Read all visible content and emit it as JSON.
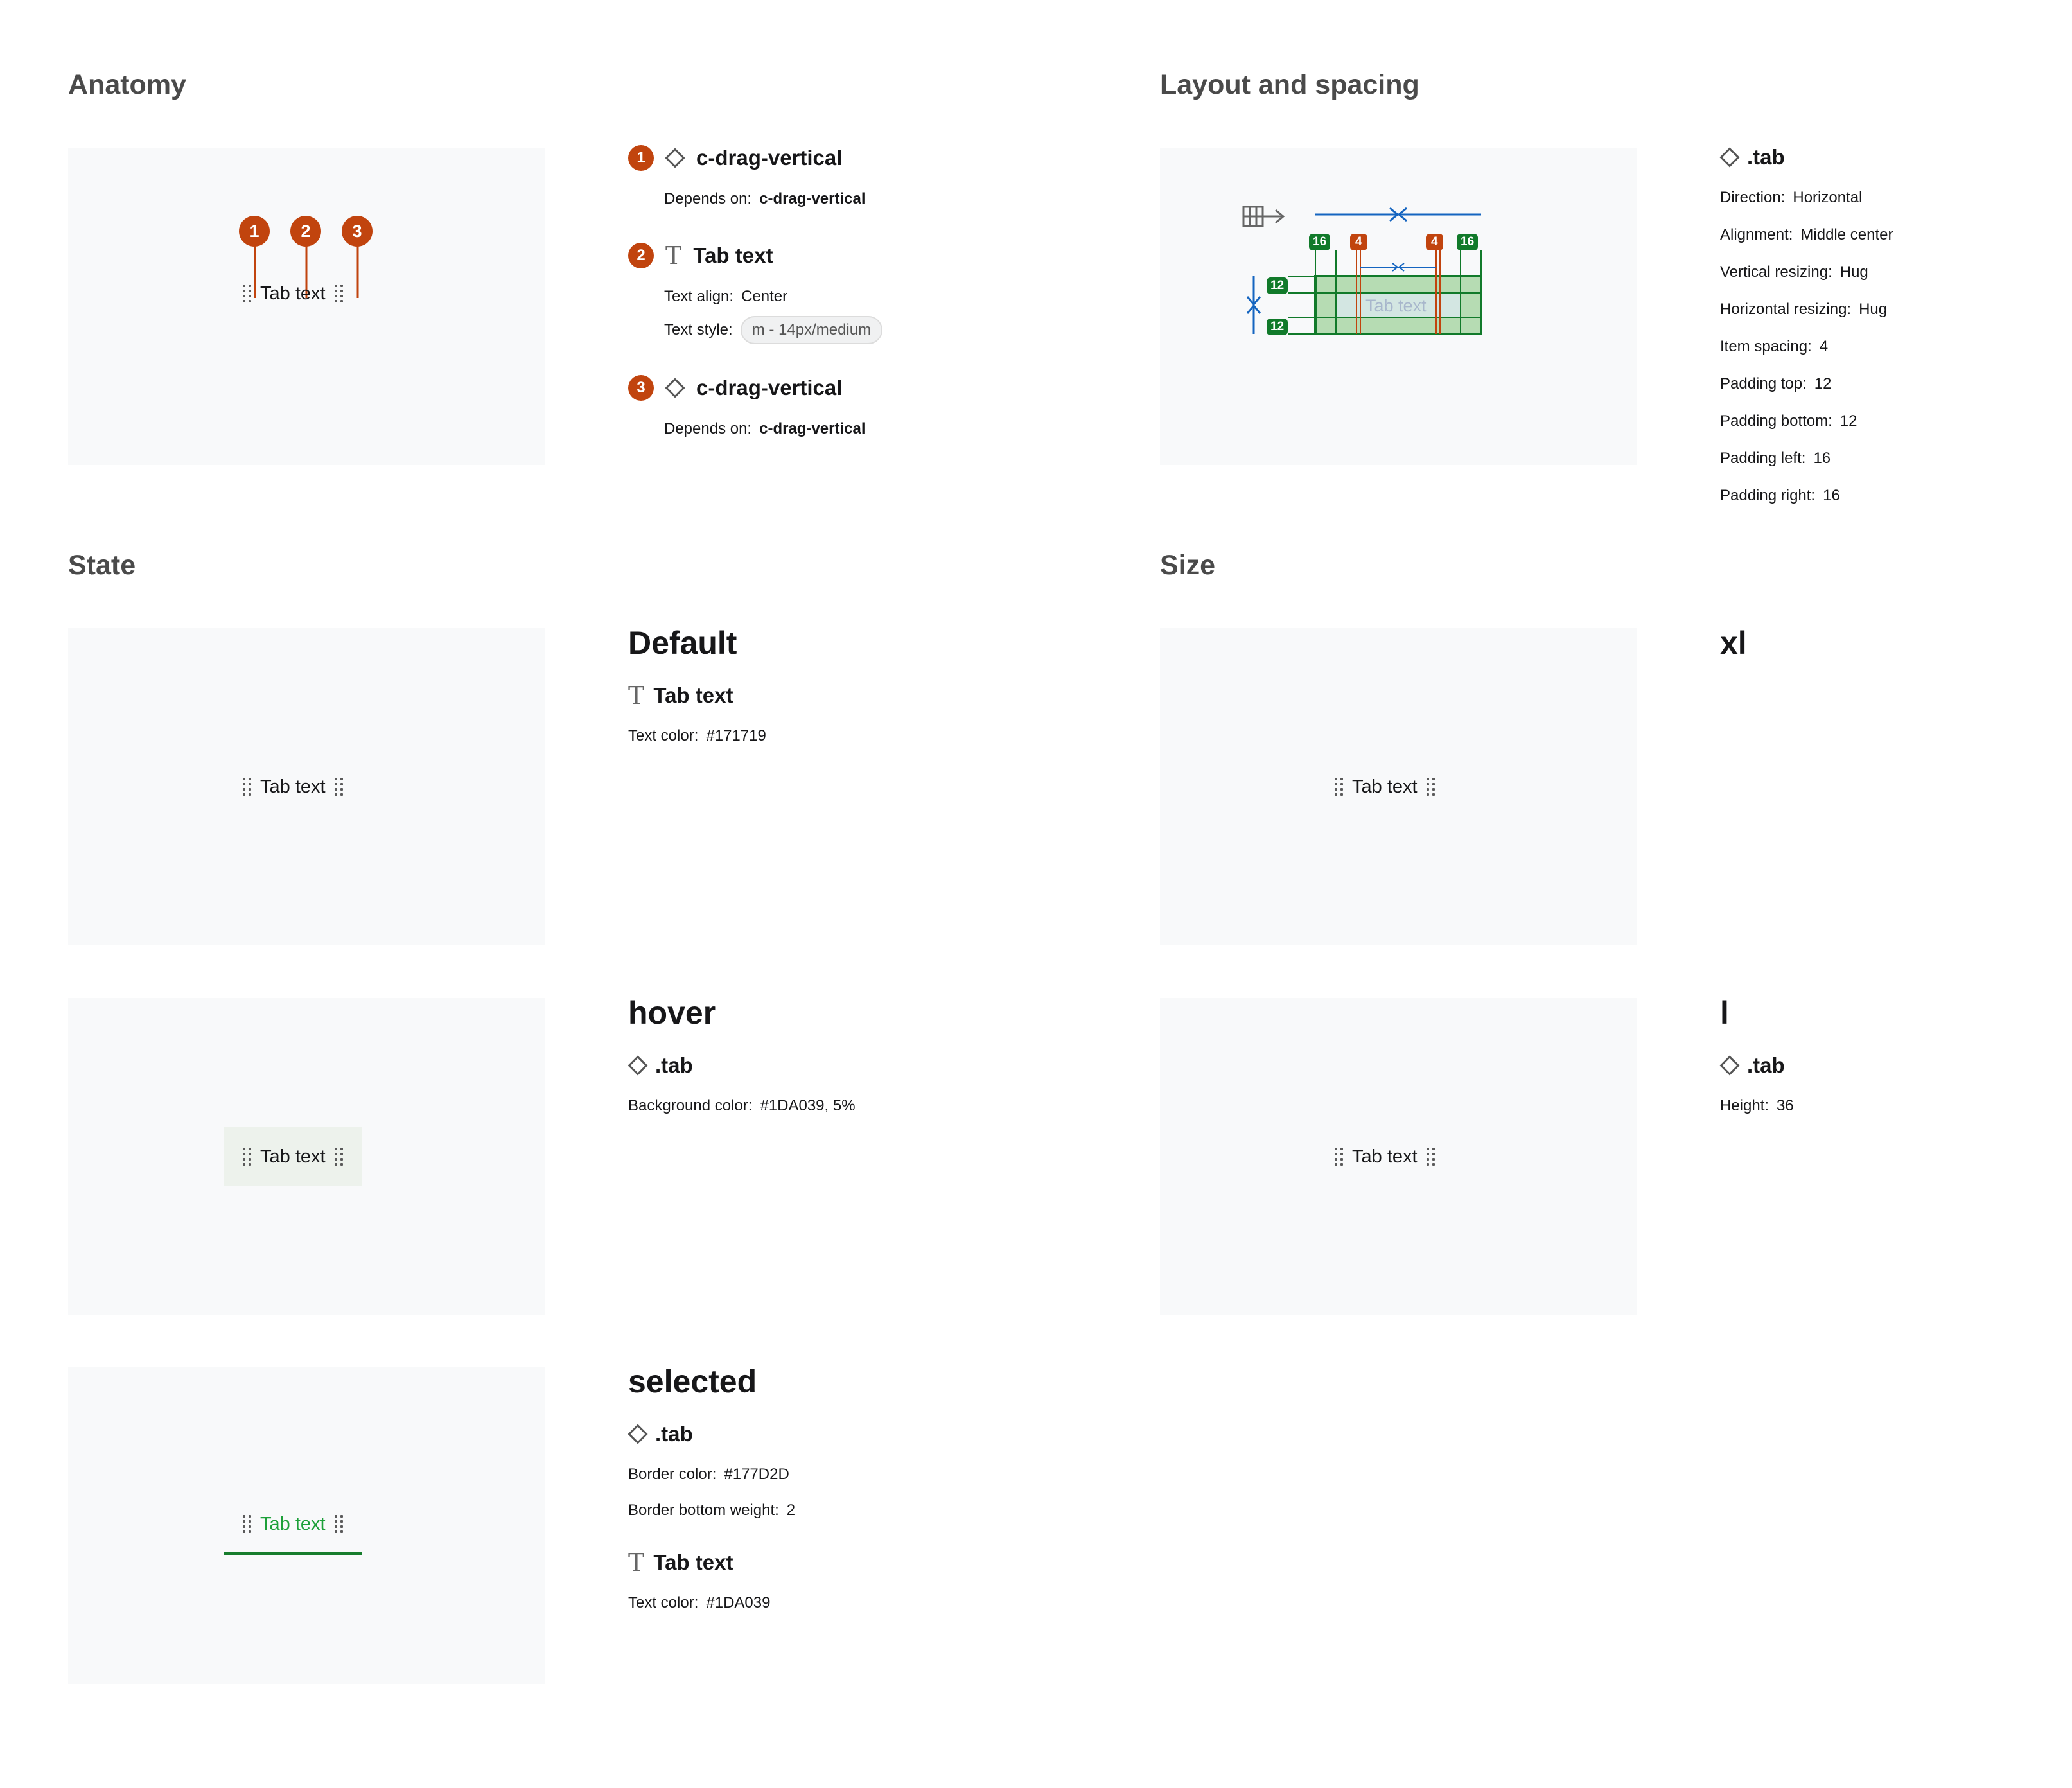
{
  "sections": {
    "anatomy": "Anatomy",
    "layout": "Layout and spacing",
    "state": "State",
    "size": "Size"
  },
  "tab_text": "Tab text",
  "anatomy": {
    "markers": [
      "1",
      "2",
      "3"
    ],
    "items": [
      {
        "num": "1",
        "name": "c-drag-vertical",
        "rows": [
          {
            "k": "Depends on:",
            "v": "c-drag-vertical"
          }
        ]
      },
      {
        "num": "2",
        "name": "Tab text",
        "rows": [
          {
            "k": "Text align:",
            "v": "Center"
          }
        ],
        "style_key": "Text style:",
        "style_chip": "m - 14px/medium"
      },
      {
        "num": "3",
        "name": "c-drag-vertical",
        "rows": [
          {
            "k": "Depends on:",
            "v": "c-drag-vertical"
          }
        ]
      }
    ]
  },
  "layout": {
    "name": ".tab",
    "rows": [
      {
        "k": "Direction:",
        "v": "Horizontal"
      },
      {
        "k": "Alignment:",
        "v": "Middle center"
      },
      {
        "k": "Vertical resizing:",
        "v": "Hug"
      },
      {
        "k": "Horizontal resizing:",
        "v": "Hug"
      },
      {
        "k": "Item spacing:",
        "v": "4"
      },
      {
        "k": "Padding top:",
        "v": "12"
      },
      {
        "k": "Padding bottom:",
        "v": "12"
      },
      {
        "k": "Padding left:",
        "v": "16"
      },
      {
        "k": "Padding right:",
        "v": "16"
      }
    ],
    "labels": {
      "pad_left": "16",
      "gap_left": "4",
      "gap_right": "4",
      "pad_right": "16",
      "pad_top": "12",
      "pad_bottom": "12"
    }
  },
  "states": [
    {
      "title": "Default",
      "groups": [
        {
          "icon": "text",
          "name": "Tab text",
          "rows": [
            {
              "k": "Text color:",
              "v": "#171719"
            }
          ]
        }
      ]
    },
    {
      "title": "hover",
      "groups": [
        {
          "icon": "component",
          "name": ".tab",
          "rows": [
            {
              "k": "Background color:",
              "v": "#1DA039, 5%"
            }
          ]
        }
      ]
    },
    {
      "title": "selected",
      "groups": [
        {
          "icon": "component",
          "name": ".tab",
          "rows": [
            {
              "k": "Border color:",
              "v": "#177D2D"
            },
            {
              "k": "Border bottom weight:",
              "v": "2"
            }
          ]
        },
        {
          "icon": "text",
          "name": "Tab text",
          "rows": [
            {
              "k": "Text color:",
              "v": "#1DA039"
            }
          ]
        }
      ]
    }
  ],
  "sizes": [
    {
      "title": "xl"
    },
    {
      "title": "l",
      "groups": [
        {
          "icon": "component",
          "name": ".tab",
          "rows": [
            {
              "k": "Height:",
              "v": "36"
            }
          ]
        }
      ]
    }
  ],
  "colors": {
    "accent_orange": "#C1440E",
    "green": "#1DA039",
    "border_green": "#177D2D",
    "blue": "#1565C0",
    "panel": "#F8F9FA"
  }
}
